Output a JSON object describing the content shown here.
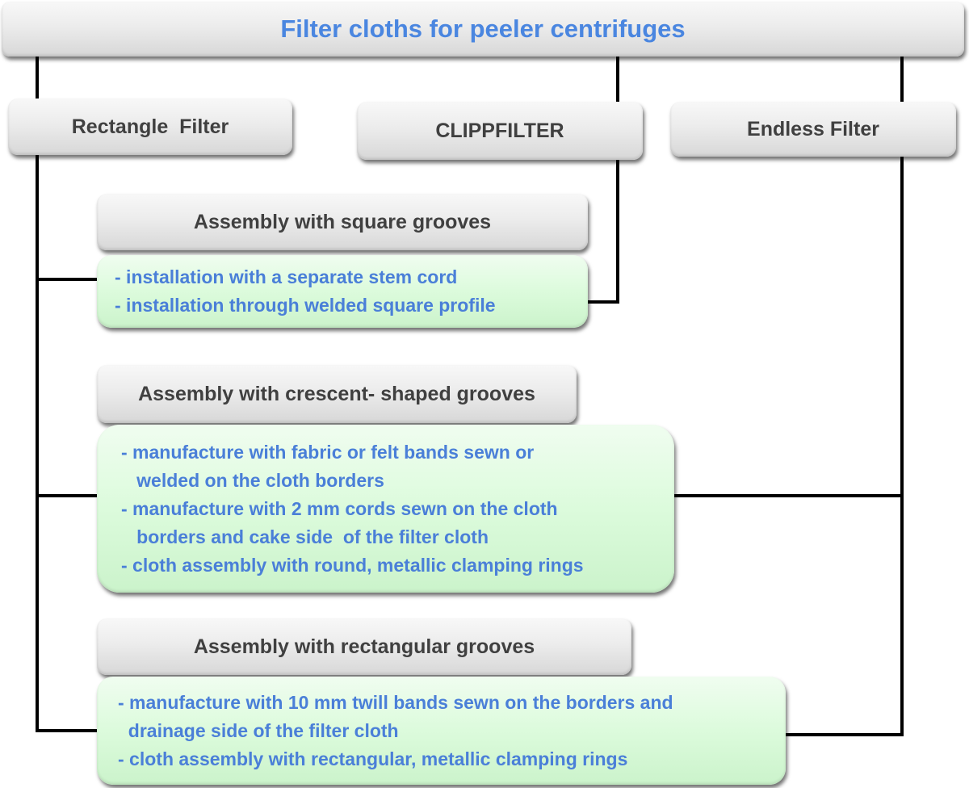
{
  "title": "Filter cloths for peeler centrifuges",
  "categories": {
    "rectangle": "Rectangle  Filter",
    "clippfilter": "CLIPPFILTER",
    "endless": "Endless Filter"
  },
  "assemblies": [
    {
      "heading": "Assembly with square grooves",
      "lines": [
        "- installation with a separate stem cord",
        "- installation through welded square profile"
      ]
    },
    {
      "heading": "Assembly with crescent- shaped grooves",
      "lines": [
        "- manufacture with fabric or felt bands sewn or",
        "   welded on the cloth borders",
        "- manufacture with 2 mm cords sewn on the cloth",
        "   borders and cake side  of the filter cloth",
        "- cloth assembly with round, metallic clamping rings"
      ]
    },
    {
      "heading": "Assembly with rectangular grooves",
      "lines": [
        "- manufacture with 10 mm twill bands sewn on the borders and",
        "  drainage side of the filter cloth",
        "- cloth assembly with rectangular, metallic clamping rings"
      ]
    }
  ],
  "colors": {
    "title_text": "#4a86e0",
    "heading_text": "#404040",
    "detail_text": "#4a7fd8",
    "detail_fill": "#dcfbdc",
    "connector": "#000000"
  }
}
